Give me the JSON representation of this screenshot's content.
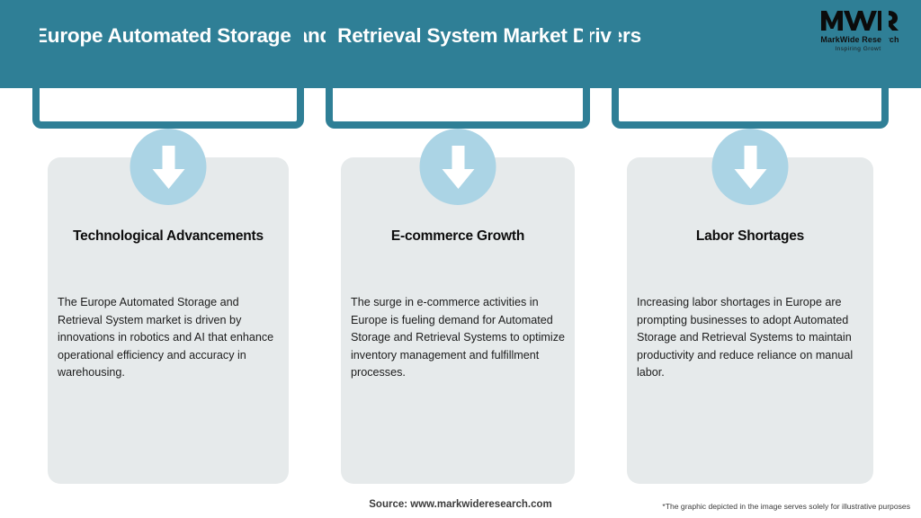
{
  "header": {
    "title": "Europe Automated Storage and Retrieval System Market Drivers",
    "background_color": "#2f7f96",
    "title_color": "#ffffff"
  },
  "logo": {
    "mark": "MWR",
    "name": "MarkWide Research",
    "tagline": "Inspiring Growth"
  },
  "theme": {
    "accent_teal": "#2f7f96",
    "card_background": "#e6eaeb",
    "icon_circle": "#abd4e5",
    "icon_arrow": "#ffffff"
  },
  "cards": [
    {
      "icon": "arrow-down-icon",
      "title": "Technological Advancements",
      "body": "The Europe Automated Storage and Retrieval System market is driven by innovations in robotics and AI that enhance operational efficiency and accuracy in warehousing."
    },
    {
      "icon": "arrow-down-icon",
      "title": "E-commerce Growth",
      "body": "The surge in e-commerce activities in Europe is fueling demand for Automated Storage and Retrieval Systems to optimize inventory management and fulfillment processes."
    },
    {
      "icon": "arrow-down-icon",
      "title": "Labor Shortages",
      "body": "Increasing labor shortages in Europe are prompting businesses to adopt Automated Storage and Retrieval Systems to maintain productivity and reduce reliance on manual labor."
    }
  ],
  "footer": {
    "source": "Source: www.markwideresearch.com",
    "disclaimer": "*The graphic depicted in the image serves solely for illustrative purposes"
  }
}
